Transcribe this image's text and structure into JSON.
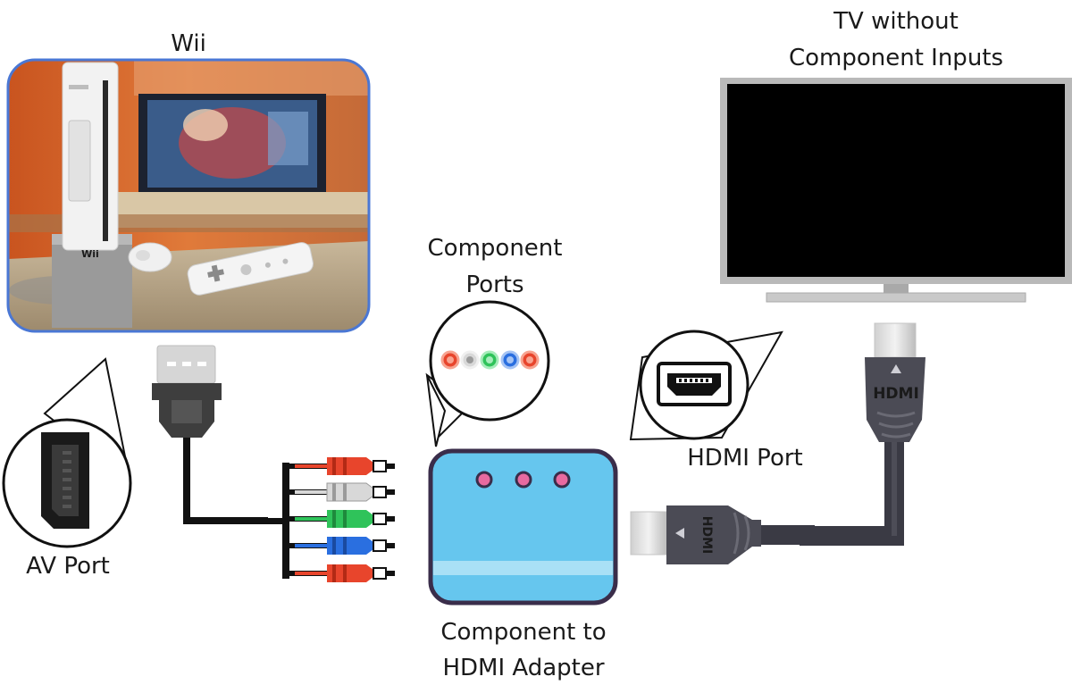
{
  "labels": {
    "wii": "Wii",
    "tv_line1": "TV without",
    "tv_line2": "Component Inputs",
    "component_ports_line1": "Component",
    "component_ports_line2": "Ports",
    "hdmi_port": "HDMI Port",
    "av_port": "AV Port",
    "adapter_line1": "Component to",
    "adapter_line2": "HDMI Adapter",
    "console_badge": "Wii",
    "hdmi_plug_text": "HDMI",
    "hdmi_small_text": "HDMI"
  },
  "colors": {
    "component_red": "#e8452c",
    "component_white": "#d8d8d8",
    "component_green": "#2fc35a",
    "component_blue": "#2a6fe0",
    "adapter_body": "#66c6ee",
    "adapter_stripe": "#a9e0f6",
    "adapter_led": "#e86aa0",
    "cable_dark": "#3a3a44",
    "photo_frame": "#4a77d4"
  },
  "icons": {
    "wii_photo": "wii-console-photo",
    "tv": "television-icon",
    "av_plug": "av-multi-out-plug-icon",
    "av_port": "av-port-icon",
    "component_cable": "component-rca-cable-icon",
    "adapter": "component-to-hdmi-adapter-icon",
    "hdmi_port": "hdmi-port-icon",
    "hdmi_cable": "hdmi-cable-icon"
  }
}
